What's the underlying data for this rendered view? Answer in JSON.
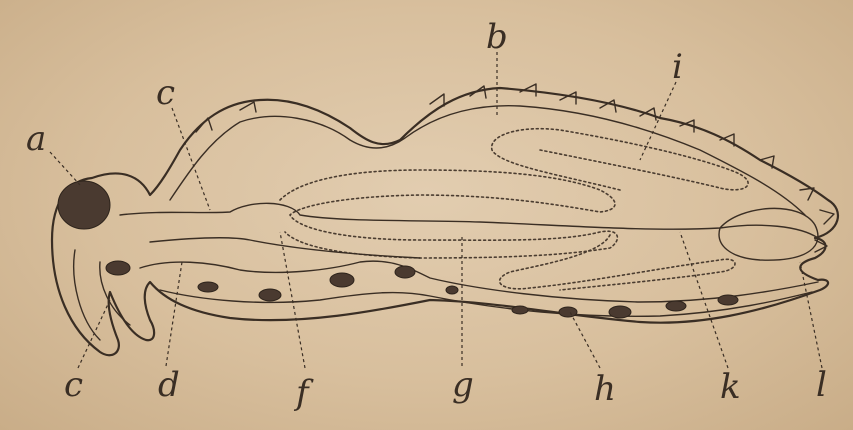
{
  "labels": {
    "a": "a",
    "b": "b",
    "c_top": "c",
    "c_bottom": "c",
    "i": "i",
    "d": "d",
    "f": "f",
    "g": "g",
    "h": "h",
    "k": "k",
    "l": "l"
  },
  "colors": {
    "background": "#d9c1a0",
    "ink": "#3a2e24"
  }
}
